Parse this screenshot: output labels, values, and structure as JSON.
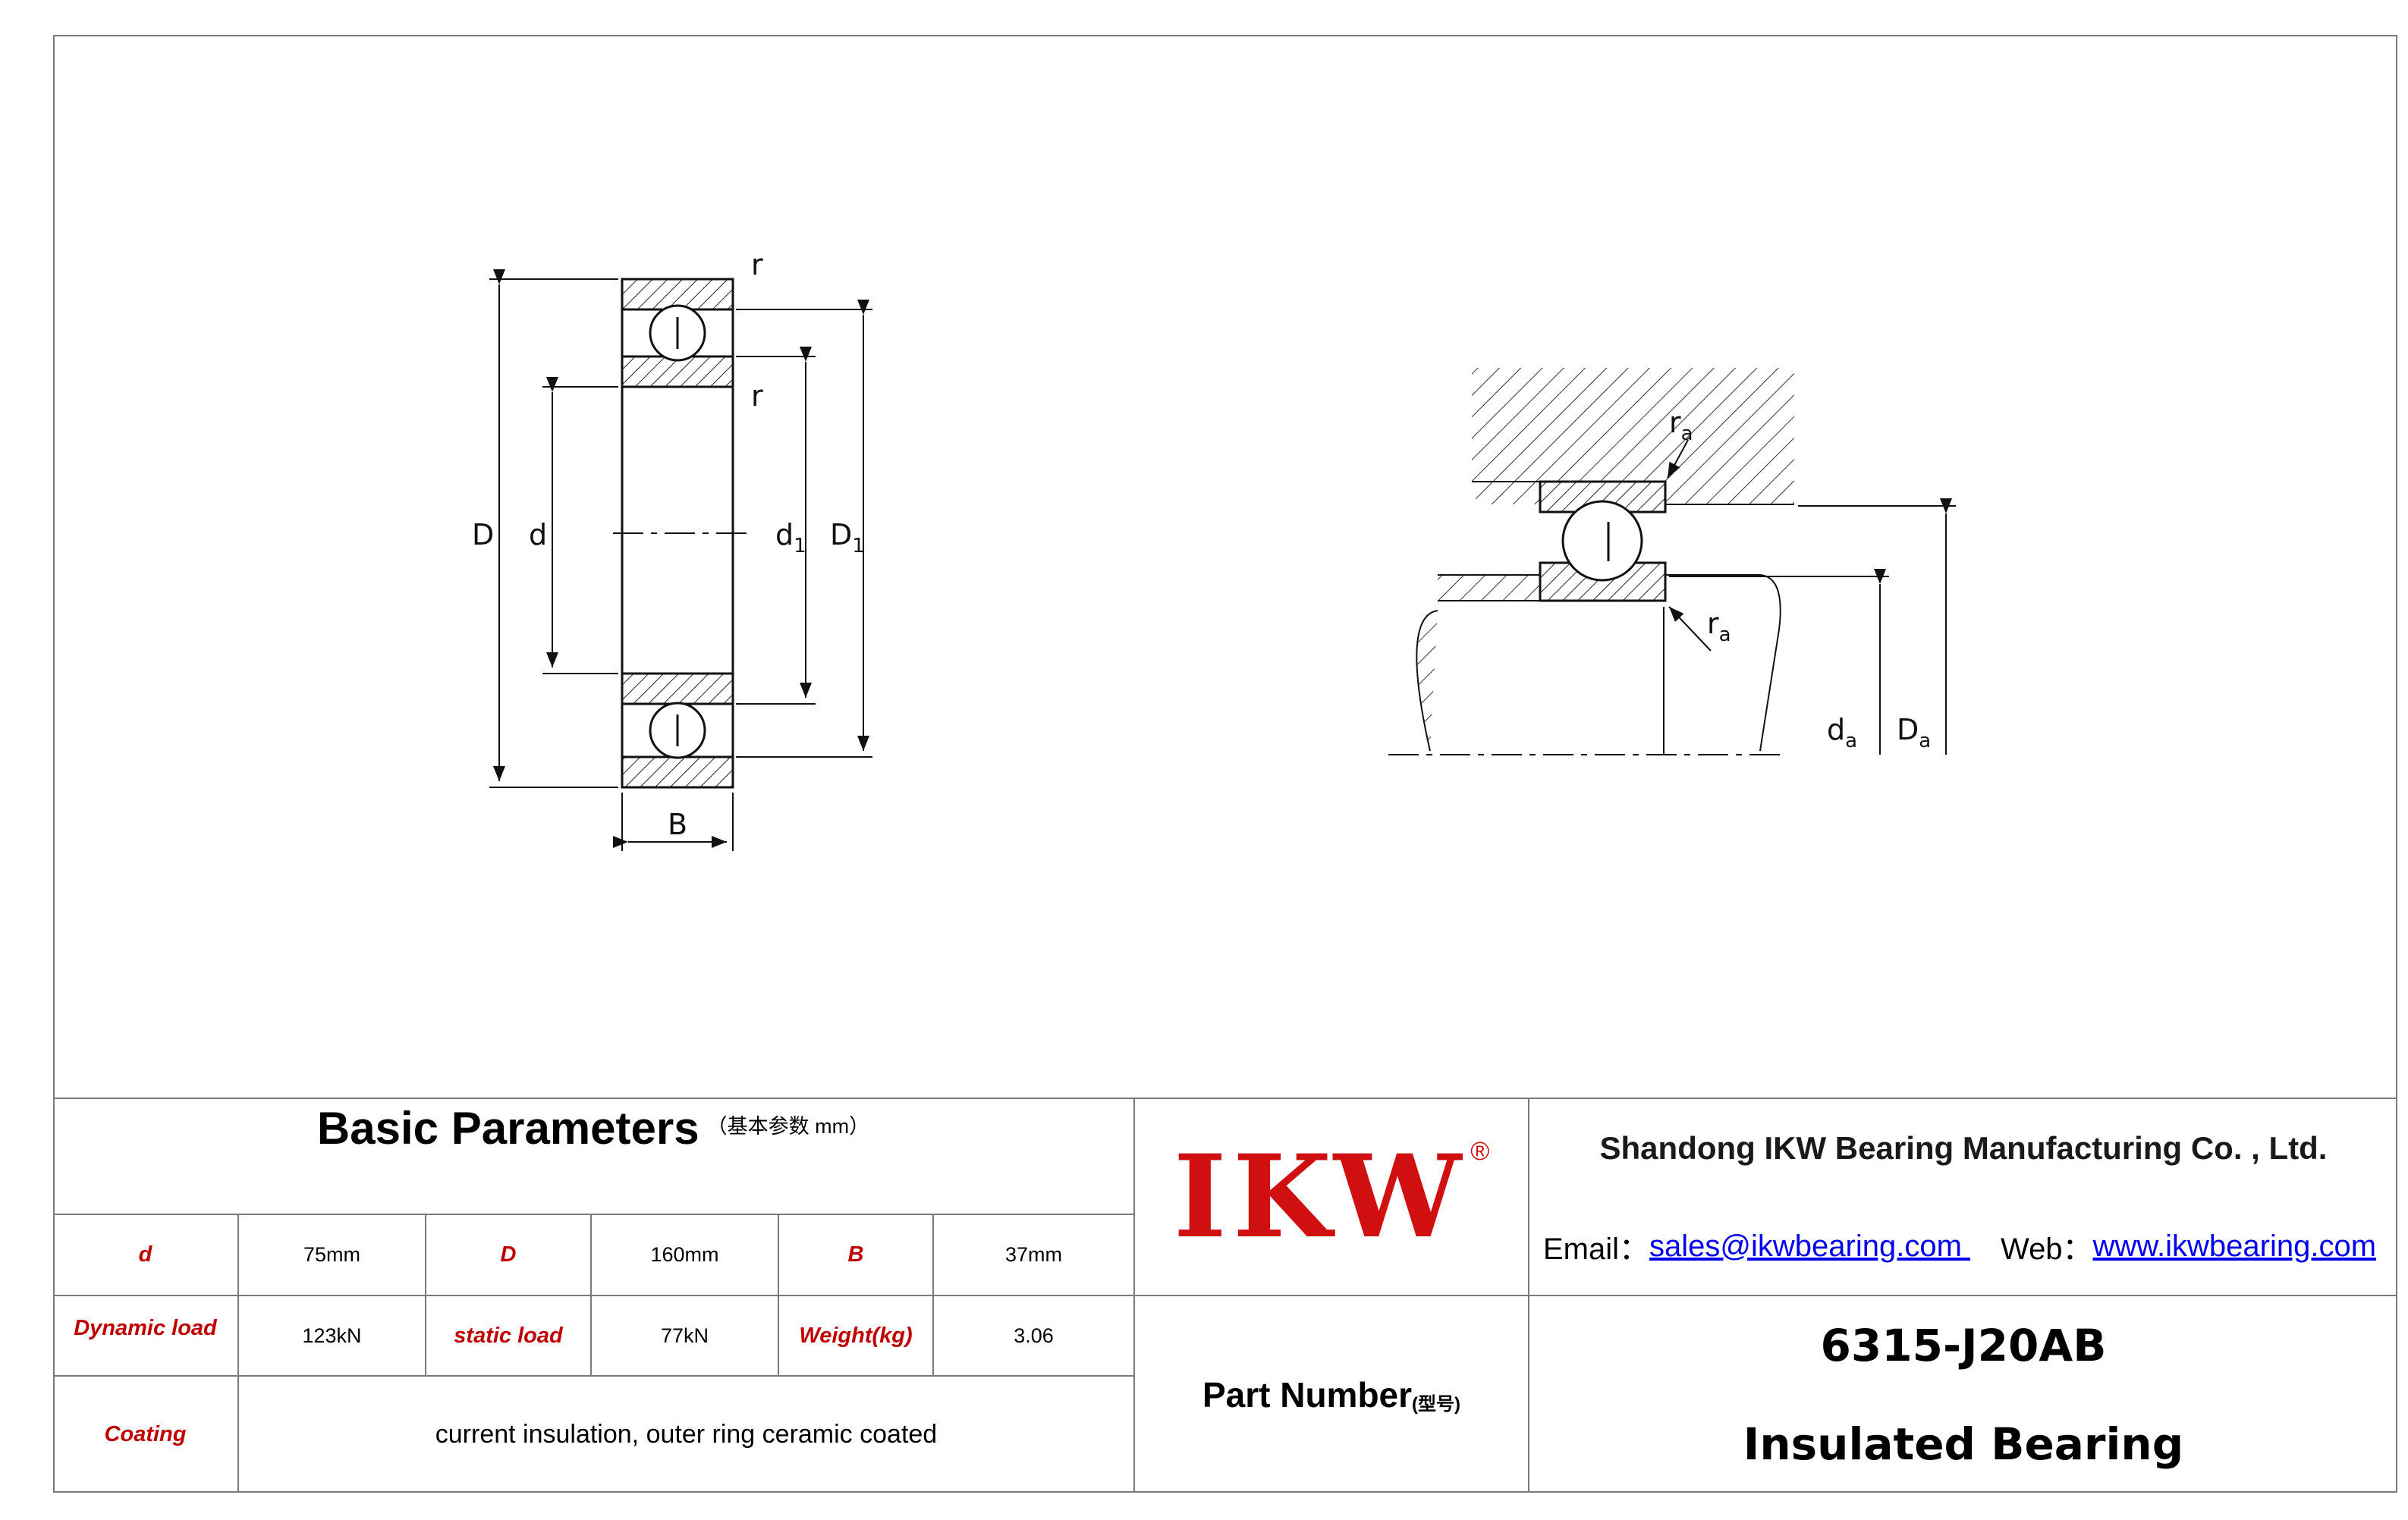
{
  "drawing_labels": {
    "D": "D",
    "d": "d",
    "d1_main": "d",
    "d1_sub": "1",
    "D1_main": "D",
    "D1_sub": "1",
    "B": "B",
    "r_top": "r",
    "r_mid": "r",
    "ra_top_main": "r",
    "ra_top_sub": "a",
    "ra_bot_main": "r",
    "ra_bot_sub": "a",
    "da_main": "d",
    "da_sub": "a",
    "Da_main": "D",
    "Da_sub": "a"
  },
  "basic_parameters": {
    "title": "Basic Parameters",
    "subtitle": "（基本参数 mm）",
    "row1": {
      "d_label": "d",
      "d_value": "75mm",
      "D_label": "D",
      "D_value": "160mm",
      "B_label": "B",
      "B_value": "37mm"
    },
    "row2": {
      "dyn_label": "Dynamic load",
      "dyn_value": "123kN",
      "static_label": "static load",
      "static_value": "77kN",
      "weight_label": "Weight(kg)",
      "weight_value": "3.06"
    },
    "row3": {
      "coating_label": "Coating",
      "coating_value": "current insulation, outer ring ceramic coated"
    }
  },
  "logo": {
    "text": "IKW",
    "reg": "®"
  },
  "company": {
    "name": "Shandong IKW Bearing Manufacturing Co. , Ltd.",
    "email_label": "Email：",
    "email": "sales@ikwbearing.com ",
    "web_label": "Web：",
    "web": "www.ikwbearing.com"
  },
  "part": {
    "label": "Part Number",
    "label_sub": "(型号)",
    "model": "6315-J20AB",
    "type": "Insulated Bearing"
  }
}
